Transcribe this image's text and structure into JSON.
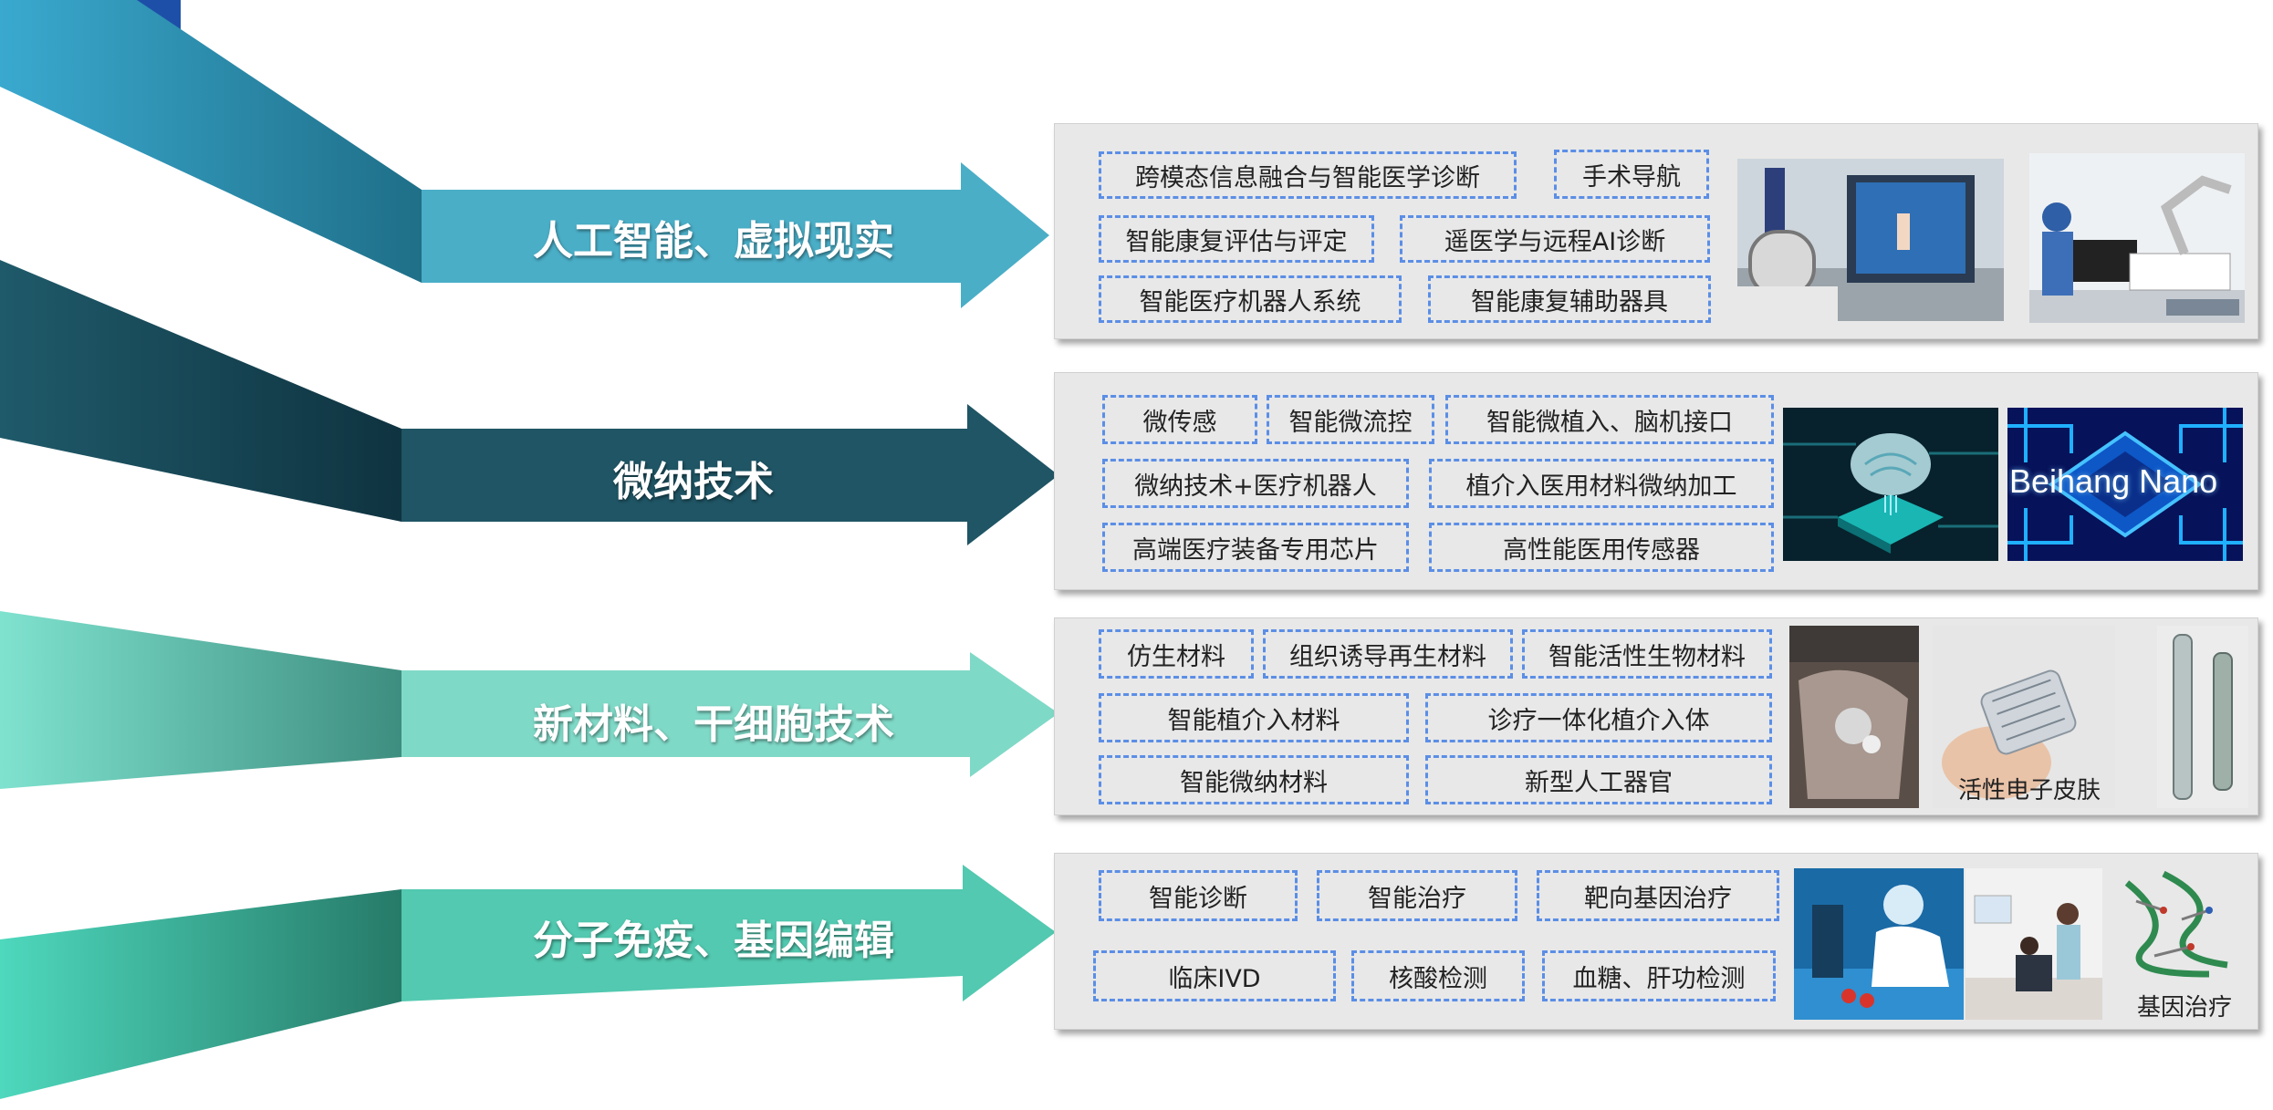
{
  "colors": {
    "row1": "#4aaec7",
    "row2": "#1f5565",
    "row3": "#7fd9c7",
    "row4": "#52c9b0",
    "tag_border": "#5b8ee6",
    "panel": "#e8e8e8"
  },
  "rows": [
    {
      "title": "人工智能、虚拟现实",
      "tags": [
        "跨模态信息融合与智能医学诊断",
        "手术导航",
        "智能康复评估与评定",
        "遥医学与远程AI诊断",
        "智能医疗机器人系统",
        "智能康复辅助器具"
      ],
      "images": [
        "rehab-robot-photo",
        "surgical-robot-photo"
      ]
    },
    {
      "title": "微纳技术",
      "tags": [
        "微传感",
        "智能微流控",
        "智能微植入、脑机接口",
        "微纳技术+医疗机器人",
        "植介入医用材料微纳加工",
        "高端医疗装备专用芯片",
        "高性能医用传感器"
      ],
      "images": [
        "brain-chip-photo",
        "beihang-nano-chip-photo"
      ],
      "image_text": "Beihang Nano"
    },
    {
      "title": "新材料、干细胞技术",
      "tags": [
        "仿生材料",
        "组织诱导再生材料",
        "智能活性生物材料",
        "智能植介入材料",
        "诊疗一体化植介入体",
        "智能微纳材料",
        "新型人工器官"
      ],
      "images": [
        "skin-material-photo",
        "electronic-skin-photo",
        "stent-photo"
      ],
      "caption": "活性电子皮肤"
    },
    {
      "title": "分子免疫、基因编辑",
      "tags": [
        "智能诊断",
        "智能治疗",
        "靶向基因治疗",
        "临床IVD",
        "核酸检测",
        "血糖、肝功检测"
      ],
      "images": [
        "lab-research-photo",
        "clinic-photo",
        "molecule-structure-photo"
      ],
      "caption": "基因治疗"
    }
  ]
}
